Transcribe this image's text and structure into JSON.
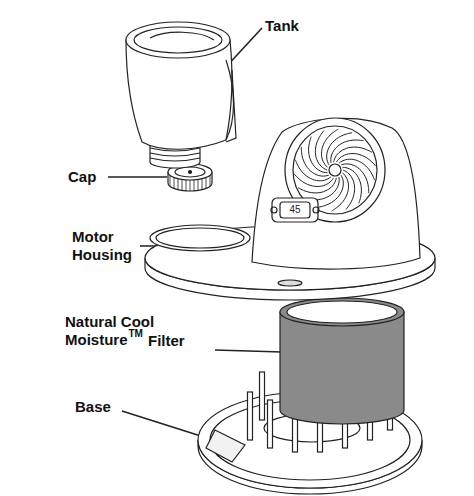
{
  "diagram": {
    "labels": [
      "Tank",
      "Cap",
      "Motor Housing",
      "Natural Cool Moisture",
      "TM",
      "Filter",
      "Base",
      "45"
    ]
  }
}
